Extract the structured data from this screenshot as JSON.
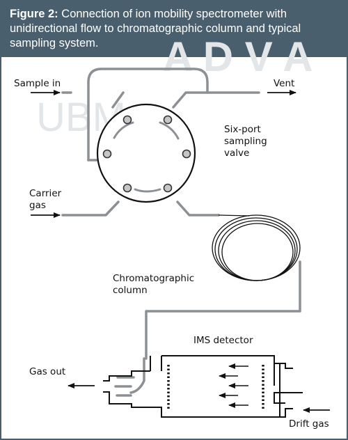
{
  "caption": {
    "label": "Figure 2:",
    "text": " Connection of ion mobility spectrometer with unidirectional flow to chromatographic column and typical sampling system."
  },
  "watermark": {
    "primary": "A D V A",
    "secondary": "UBM"
  },
  "labels": {
    "sample_in": "Sample in",
    "vent": "Vent",
    "six_port": [
      "Six-port",
      "sampling",
      "valve"
    ],
    "carrier_gas": [
      "Carrier",
      "gas"
    ],
    "chromatographic_column": [
      "Chromatographic",
      "column"
    ],
    "ims_detector": "IMS detector",
    "gas_out": "Gas out",
    "drift_gas": "Drift gas"
  },
  "colors": {
    "header_bg": "#4a5f6e",
    "tube_gray": "#8c9094",
    "line_black": "#111111"
  }
}
